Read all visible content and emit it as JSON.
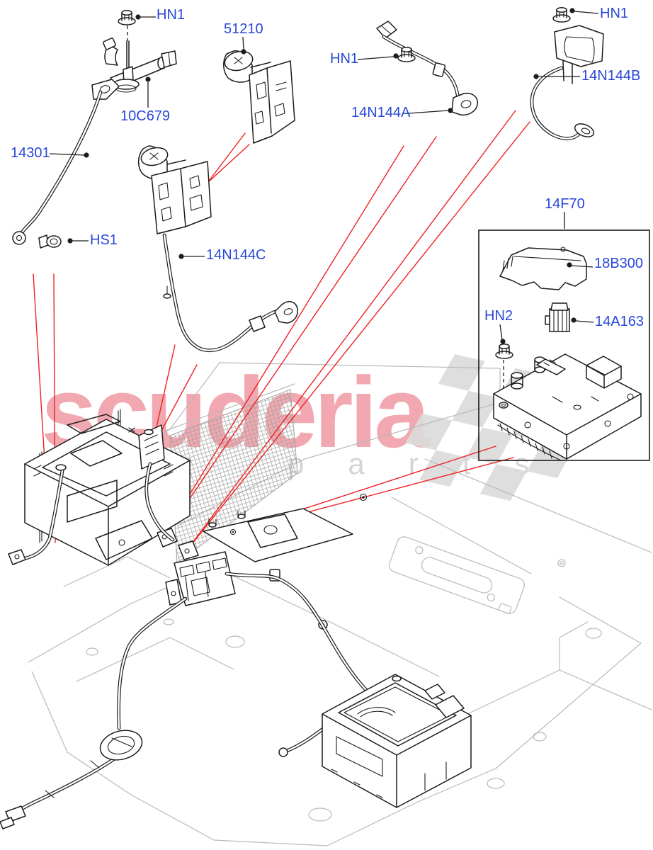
{
  "diagram": {
    "title": "Battery and cables parts diagram",
    "watermark": {
      "brand": "scuderia",
      "subtitle": "car parts"
    },
    "colors": {
      "label_blue": "#2948d8",
      "leader_red": "#ee2222",
      "line_black": "#1c1c1c",
      "floor_gray": "#b9b9b9",
      "watermark_pink": "#ef99a3",
      "watermark_gray": "#d5d5d5",
      "flag_gray": "#dbdbdb"
    },
    "labels": [
      {
        "id": "hn1-top-left",
        "text": "HN1"
      },
      {
        "id": "51210",
        "text": "51210"
      },
      {
        "id": "10c679",
        "text": "10C679"
      },
      {
        "id": "14301",
        "text": "14301"
      },
      {
        "id": "hs1",
        "text": "HS1"
      },
      {
        "id": "14n144c",
        "text": "14N144C"
      },
      {
        "id": "hn1-center",
        "text": "HN1"
      },
      {
        "id": "14n144a",
        "text": "14N144A"
      },
      {
        "id": "hn1-top-right",
        "text": "HN1"
      },
      {
        "id": "14n144b",
        "text": "14N144B"
      },
      {
        "id": "14f70",
        "text": "14F70"
      },
      {
        "id": "18b300",
        "text": "18B300"
      },
      {
        "id": "hn2",
        "text": "HN2"
      },
      {
        "id": "14a163",
        "text": "14A163"
      }
    ]
  }
}
